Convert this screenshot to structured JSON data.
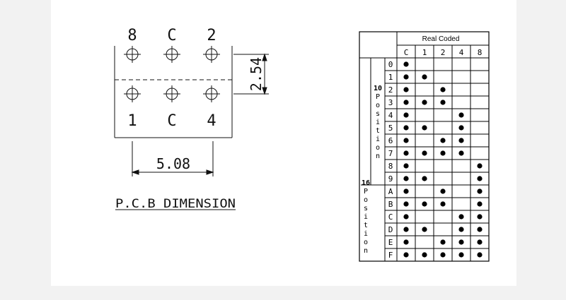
{
  "pcb": {
    "top_pins": [
      "8",
      "C",
      "2"
    ],
    "bottom_pins": [
      "1",
      "C",
      "4"
    ],
    "pitch_vertical": "2.54",
    "pitch_horizontal": "5.08",
    "caption": "P.C.B DIMENSION"
  },
  "table": {
    "header_title": "Real Coded",
    "columns": [
      "C",
      "1",
      "2",
      "4",
      "8"
    ],
    "group10_number": "10",
    "group10_word": "Position",
    "group16_number": "16",
    "group16_word": "Position",
    "rows": [
      {
        "label": "0",
        "dots": [
          1,
          0,
          0,
          0,
          0
        ]
      },
      {
        "label": "1",
        "dots": [
          1,
          1,
          0,
          0,
          0
        ]
      },
      {
        "label": "2",
        "dots": [
          1,
          0,
          1,
          0,
          0
        ]
      },
      {
        "label": "3",
        "dots": [
          1,
          1,
          1,
          0,
          0
        ]
      },
      {
        "label": "4",
        "dots": [
          1,
          0,
          0,
          1,
          0
        ]
      },
      {
        "label": "5",
        "dots": [
          1,
          1,
          0,
          1,
          0
        ]
      },
      {
        "label": "6",
        "dots": [
          1,
          0,
          1,
          1,
          0
        ]
      },
      {
        "label": "7",
        "dots": [
          1,
          1,
          1,
          1,
          0
        ]
      },
      {
        "label": "8",
        "dots": [
          1,
          0,
          0,
          0,
          1
        ]
      },
      {
        "label": "9",
        "dots": [
          1,
          1,
          0,
          0,
          1
        ]
      },
      {
        "label": "A",
        "dots": [
          1,
          0,
          1,
          0,
          1
        ]
      },
      {
        "label": "B",
        "dots": [
          1,
          1,
          1,
          0,
          1
        ]
      },
      {
        "label": "C",
        "dots": [
          1,
          0,
          0,
          1,
          1
        ]
      },
      {
        "label": "D",
        "dots": [
          1,
          1,
          0,
          1,
          1
        ]
      },
      {
        "label": "E",
        "dots": [
          1,
          0,
          1,
          1,
          1
        ]
      },
      {
        "label": "F",
        "dots": [
          1,
          1,
          1,
          1,
          1
        ]
      }
    ]
  }
}
